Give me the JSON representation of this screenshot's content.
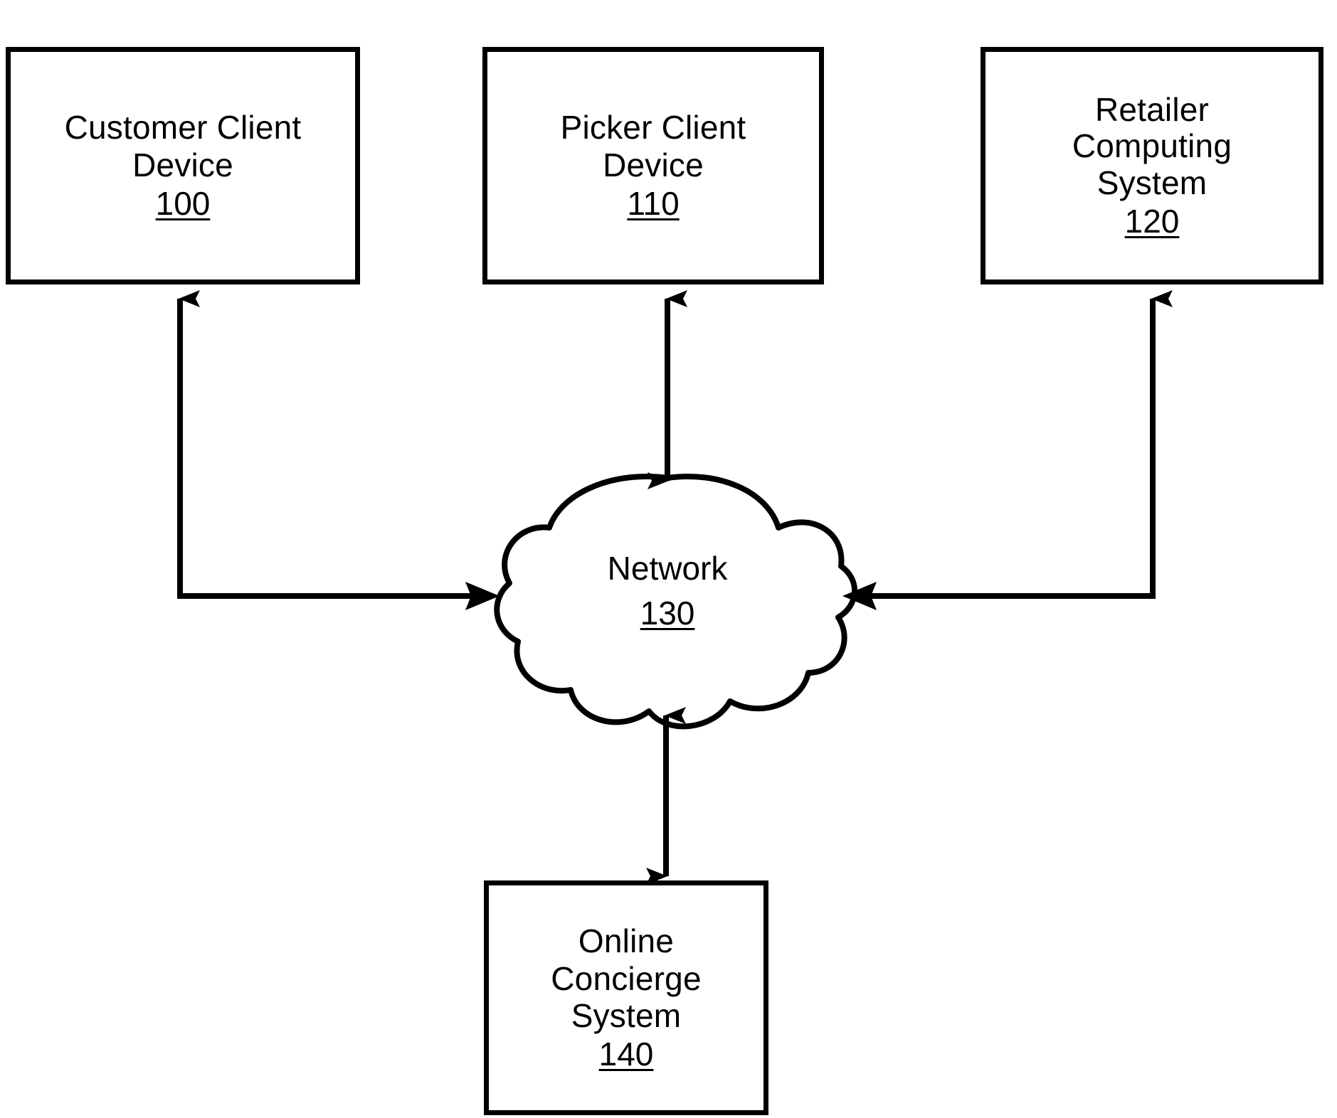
{
  "figure": {
    "type": "system-architecture-block-diagram",
    "background_color": "#ffffff",
    "line_color": "#000000"
  },
  "nodes": {
    "customer_client_device": {
      "label": "Customer Client Device",
      "line1": "Customer Client",
      "line2": "Device",
      "ref": "100"
    },
    "picker_client_device": {
      "label": "Picker Client Device",
      "line1": "Picker Client",
      "line2": "Device",
      "ref": "110"
    },
    "retailer_computing_system": {
      "label": "Retailer Computing System",
      "line1": "Retailer",
      "line2": "Computing",
      "line3": "System",
      "ref": "120"
    },
    "network": {
      "label": "Network",
      "ref": "130",
      "shape": "cloud"
    },
    "online_concierge_system": {
      "label": "Online Concierge System",
      "line1": "Online Concierge",
      "line2": "System",
      "ref": "140"
    }
  },
  "connections": [
    {
      "name": "customer-to-network",
      "from": "network",
      "to": "customer_client_device",
      "style": "elbow",
      "arrows": "both-ends"
    },
    {
      "name": "picker-to-network",
      "from": "picker_client_device",
      "to": "network",
      "style": "straight-vertical",
      "arrows": "both-ends"
    },
    {
      "name": "retailer-to-network",
      "from": "retailer_computing_system",
      "to": "network",
      "style": "elbow",
      "arrows": "both-ends"
    },
    {
      "name": "concierge-to-network",
      "from": "online_concierge_system",
      "to": "network",
      "style": "straight-vertical",
      "arrows": "both-ends"
    }
  ]
}
